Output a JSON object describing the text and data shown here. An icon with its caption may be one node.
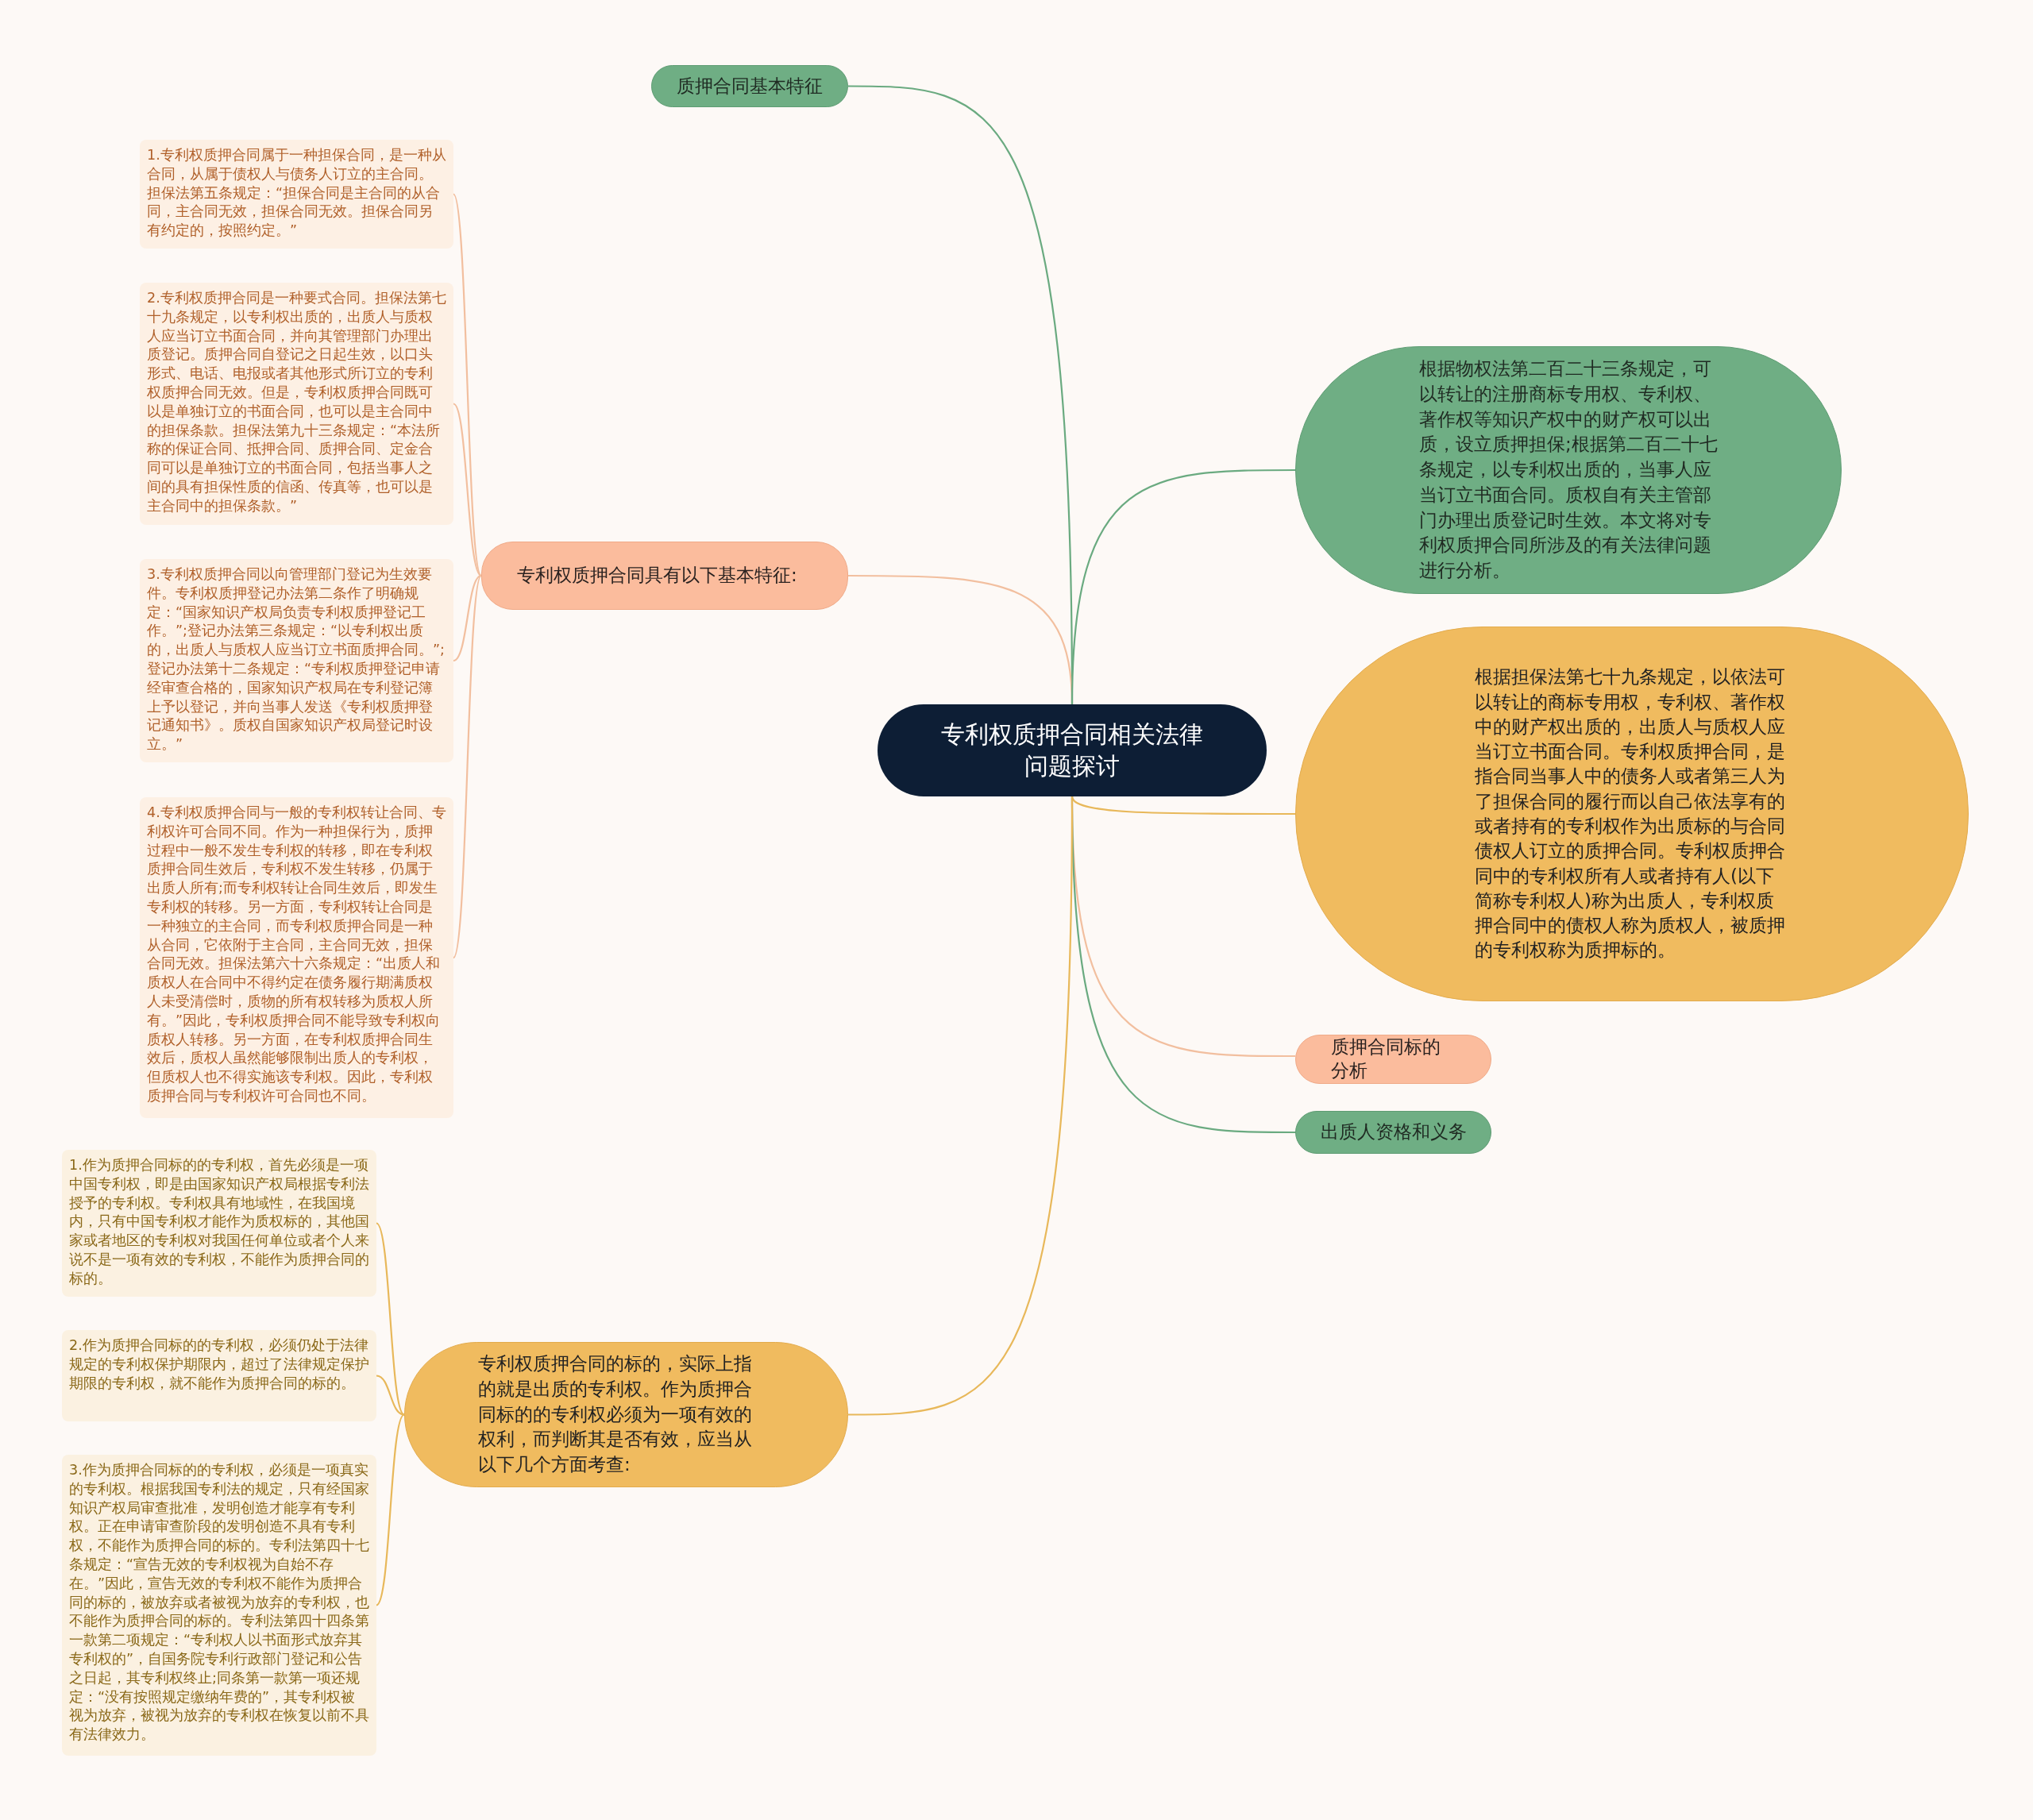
{
  "diagram": {
    "nodes": [
      {
        "text": [
          "专利权质押合同相关法律问题探讨"
        ]
      },
      {
        "text": [
          "质押合同基本特征"
        ]
      },
      {
        "text": [
          "专利权质押合同具有以下基本特征:"
        ]
      },
      {
        "text": [
          "1.专利权质押合同属于一种担保合同，是一种从合同，从属于债权人与债务人订立的主合同。担保法第五条规定：“担保合同是主合同的从合同，主合同无效，担保合同无效。担保合同另有约定的，按照约定。”"
        ]
      },
      {
        "text": [
          "2.专利权质押合同是一种要式合同。担保法第七十九条规定，以专利权出质的，出质人与质权人应当订立书面合同，并向其管理部门办理出质登记。质押合同自登记之日起生效，以口头形式、电话、电报或者其他形式所订立的专利权质押合同无效。但是，专利权质押合同既可以是单独订立的书面合同，也可以是主合同中的担保条款。担保法第九十三条规定：“本法所称的保证合同、抵押合同、质押合同、定金合同可以是单独订立的书面合同，包括当事人之间的具有担保性质的信函、传真等，也可以是主合同中的担保条款。”"
        ]
      },
      {
        "text": [
          "3.专利权质押合同以向管理部门登记为生效要件。专利权质押登记办法第二条作了明确规定：“国家知识产权局负责专利权质押登记工作。”;登记办法第三条规定：“以专利权出质的，出质人与质权人应当订立书面质押合同。”;登记办法第十二条规定：“专利权质押登记申请经审查合格的，国家知识产权局在专利登记簿上予以登记，并向当事人发送《专利权质押登记通知书》。质权自国家知识产权局登记时设立。”"
        ]
      },
      {
        "text": [
          "4.专利权质押合同与一般的专利权转让合同、专利权许可合同不同。作为一种担保行为，质押过程中一般不发生专利权的转移，即在专利权质押合同生效后，专利权不发生转移，仍属于出质人所有;而专利权转让合同生效后，即发生专利权的转移。另一方面，专利权转让合同是一种独立的主合同，而专利权质押合同是一种从合同，它依附于主合同，主合同无效，担保合同无效。担保法第六十六条规定：“出质人和质权人在合同中不得约定在债务履行期满质权人未受清偿时，质物的所有权转移为质权人所有。”因此，专利权质押合同不能导致专利权向质权人转移。另一方面，在专利权质押合同生效后，质权人虽然能够限制出质人的专利权，但质权人也不得实施该专利权。因此，专利权质押合同与专利权许可合同也不同。"
        ]
      },
      {
        "text": [
          "根据物权法第二百二十三条规定，可以转让的注册商标专用权、专利权、著作权等知识产权中的财产权可以出质，设立质押担保;根据第二百二十七条规定，以专利权出质的，当事人应当订立书面合同。质权自有关主管部门办理出质登记时生效。本文将对专利权质押合同所涉及的有关法律问题进行分析。"
        ]
      },
      {
        "text": [
          "根据担保法第七十九条规定，以依法可以转让的商标专用权，专利权、著作权中的财产权出质的，出质人与质权人应当订立书面合同。专利权质押合同，是指合同当事人中的债务人或者第三人为了担保合同的履行而以自己依法享有的或者持有的专利权作为出质标的与合同债权人订立的质押合同。专利权质押合同中的专利权所有人或者持有人(以下简称专利权人)称为出质人，专利权质押合同中的债权人称为质权人，被质押的专利权称为质押标的。"
        ]
      },
      {
        "text": [
          "质押合同标的分析"
        ]
      },
      {
        "text": [
          "出质人资格和义务"
        ]
      },
      {
        "text": [
          "专利权质押合同的标的，实际上指的就是出质的专利权。作为质押合同标的的专利权必须为一项有效的权利，而判断其是否有效，应当从以下几个方面考查:"
        ]
      },
      {
        "text": [
          "1.作为质押合同标的的专利权，首先必须是一项中国专利权，即是由国家知识产权局根据专利法授予的专利权。专利权具有地域性，在我国境内，只有中国专利权才能作为质权标的，其他国家或者地区的专利权对我国任何单位或者个人来说不是一项有效的专利权，不能作为质押合同的标的。"
        ]
      },
      {
        "text": [
          "2.作为质押合同标的的专利权，必须仍处于法律规定的专利权保护期限内，超过了法律规定保护期限的专利权，就不能作为质押合同的标的。"
        ]
      },
      {
        "text": [
          "3.作为质押合同标的的专利权，必须是一项真实的专利权。根据我国专利法的规定，只有经国家知识产权局审查批准，发明创造才能享有专利权。正在申请审查阶段的发明创造不具有专利权，不能作为质押合同的标的。专利法第四十七条规定：“宣告无效的专利权视为自始不存在。”因此，宣告无效的专利权不能作为质押合同的标的，被放弃或者被视为放弃的专利权，也不能作为质押合同的标的。专利法第四十四条第一款第二项规定：“专利权人以书面形式放弃其专利权的”，自国务院专利行政部门登记和公告之日起，其专利权终止;同条第一款第一项还规定：“没有按照规定缴纳年费的”，其专利权被视为放弃，被视为放弃的专利权在恢复以前不具有法律效力。"
        ]
      }
    ],
    "edges": [
      {
        "from": 0,
        "to": 1,
        "arrow": "none",
        "color": "#6aaa80"
      },
      {
        "from": 0,
        "to": 2,
        "arrow": "none"
      },
      {
        "from": 2,
        "to": 3,
        "arrow": "none"
      },
      {
        "from": 2,
        "to": 4,
        "arrow": "none"
      },
      {
        "from": 2,
        "to": 5,
        "arrow": "none"
      },
      {
        "from": 2,
        "to": 6,
        "arrow": "none"
      },
      {
        "from": 0,
        "to": 7,
        "arrow": "none",
        "color": "#6aaa80"
      },
      {
        "from": 0,
        "to": 8,
        "arrow": "none",
        "color": "#e8b85a"
      },
      {
        "from": 0,
        "to": 9,
        "arrow": "none"
      },
      {
        "from": 0,
        "to": 10,
        "arrow": "none",
        "color": "#6aaa80"
      },
      {
        "from": 0,
        "to": 11,
        "arrow": "none",
        "color": "#e8b85a"
      },
      {
        "from": 11,
        "to": 12,
        "arrow": "none",
        "color": "#e8b85a"
      },
      {
        "from": 11,
        "to": 13,
        "arrow": "none",
        "color": "#e8b85a"
      },
      {
        "from": 11,
        "to": 14,
        "arrow": "none",
        "color": "#e8b85a"
      }
    ]
  }
}
